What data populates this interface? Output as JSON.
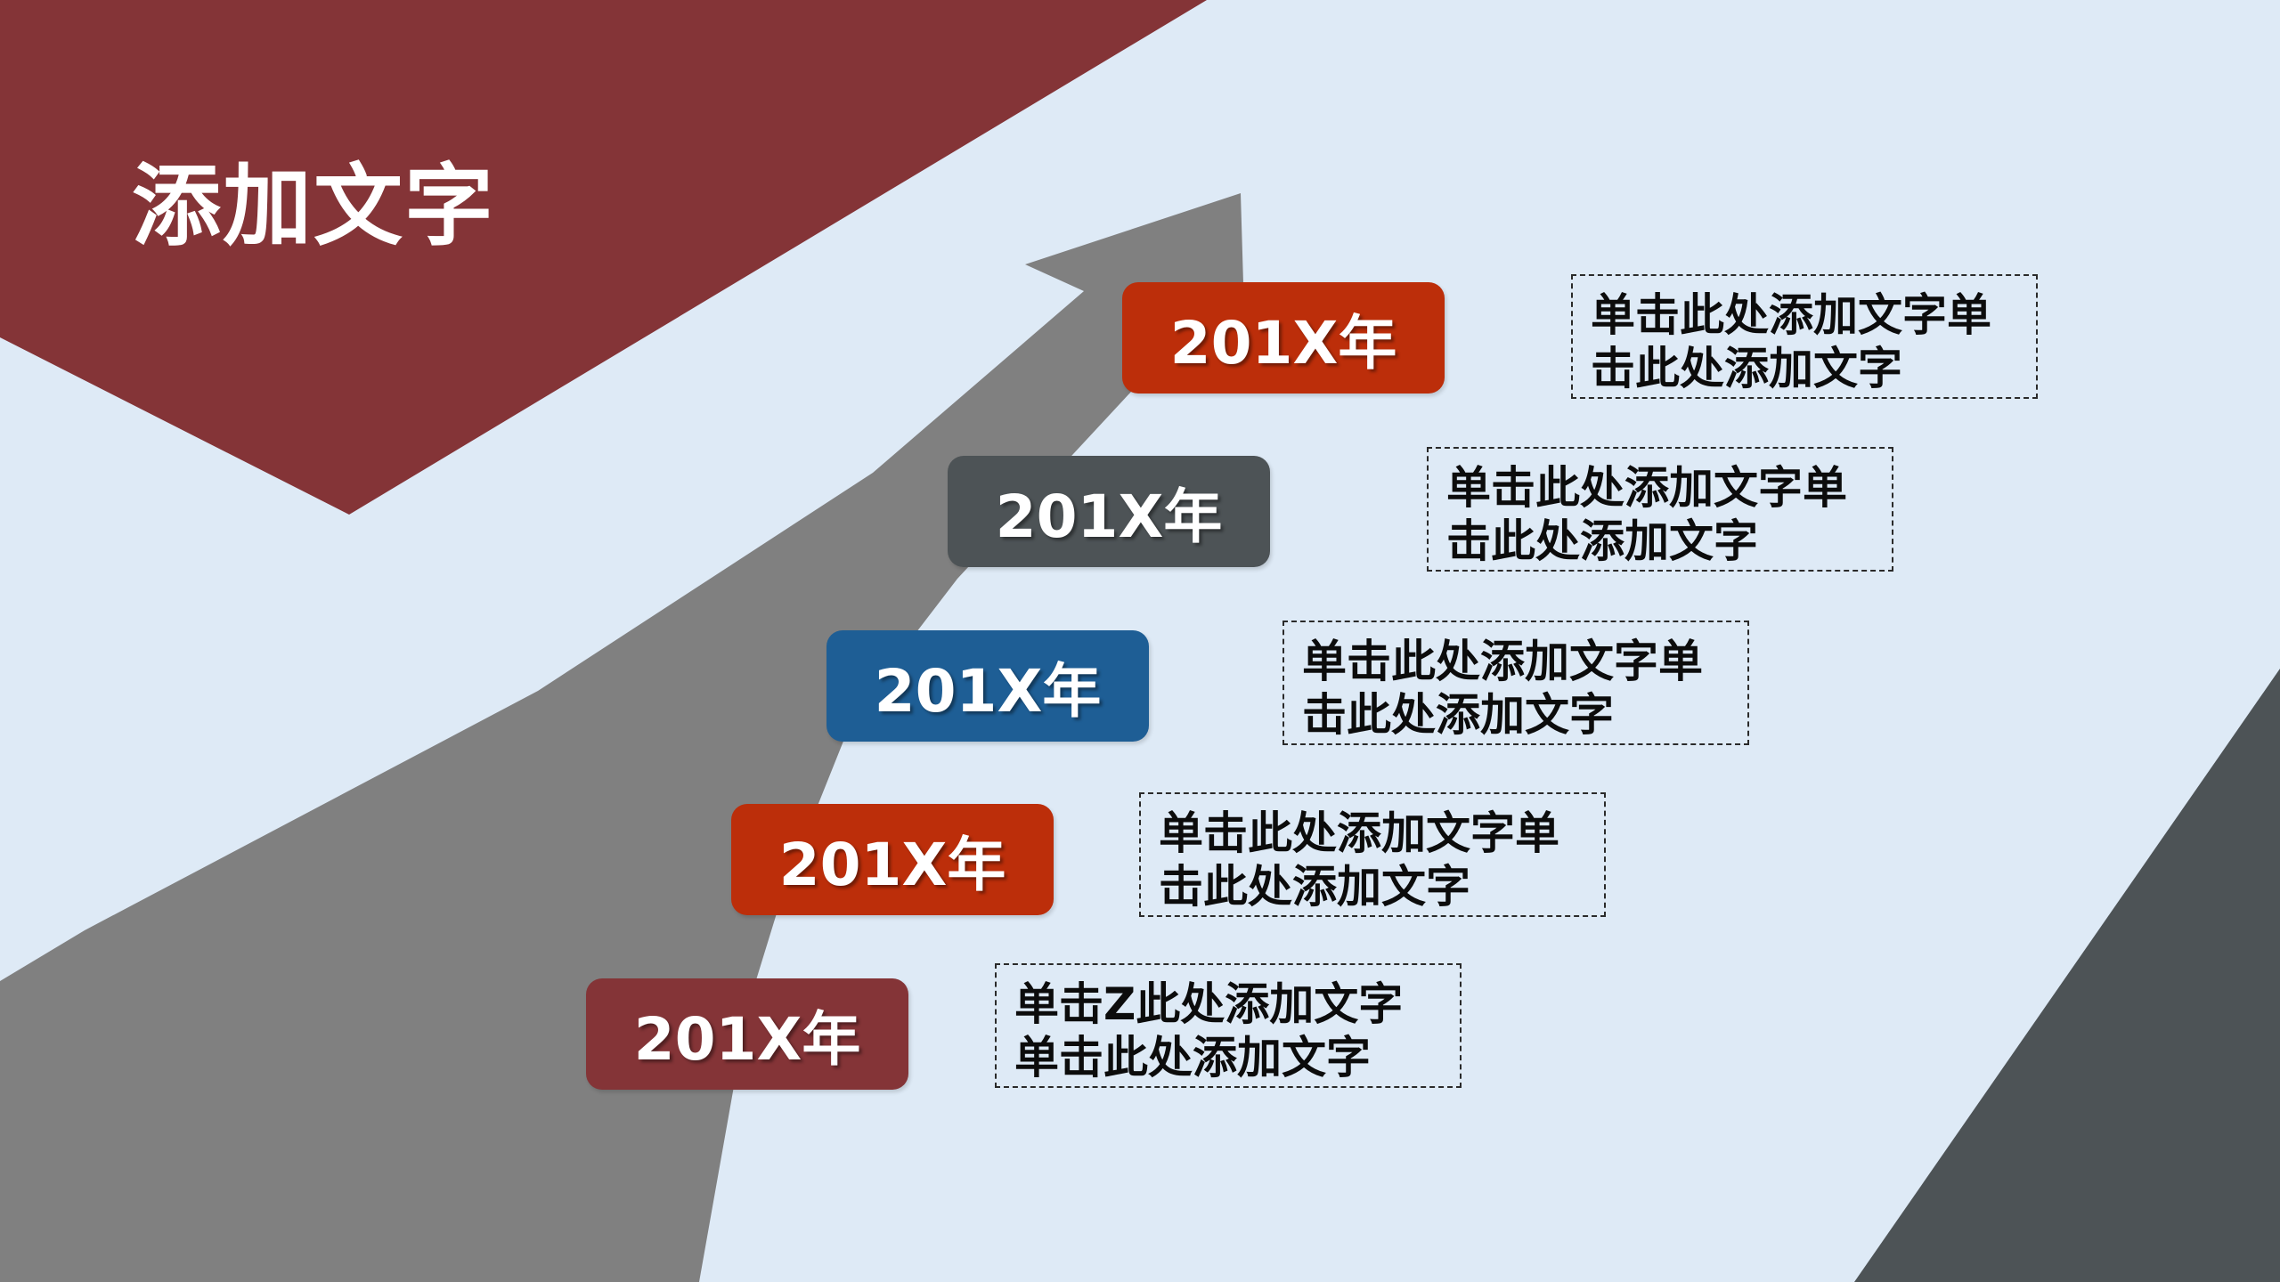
{
  "slide": {
    "title": "添加文字",
    "colors": {
      "background": "#deeaf6",
      "maroon": "#843437",
      "red": "#bc2e0a",
      "dark_gray": "#4d5356",
      "blue": "#1e5e95",
      "arrow_gray": "#808080"
    }
  },
  "timeline": [
    {
      "year": "201X年",
      "color": "#bc2e0a",
      "text": "单击此处添加文字单\n击此处添加文字"
    },
    {
      "year": "201X年",
      "color": "#4d5356",
      "text": "单击此处添加文字单\n击此处添加文字"
    },
    {
      "year": "201X年",
      "color": "#1e5e95",
      "text": "单击此处添加文字单\n击此处添加文字"
    },
    {
      "year": "201X年",
      "color": "#bc2e0a",
      "text": "单击此处添加文字单\n击此处添加文字"
    },
    {
      "year": "201X年",
      "color": "#843437",
      "text": "单击Z此处添加文字\n单击此处添加文字"
    }
  ]
}
